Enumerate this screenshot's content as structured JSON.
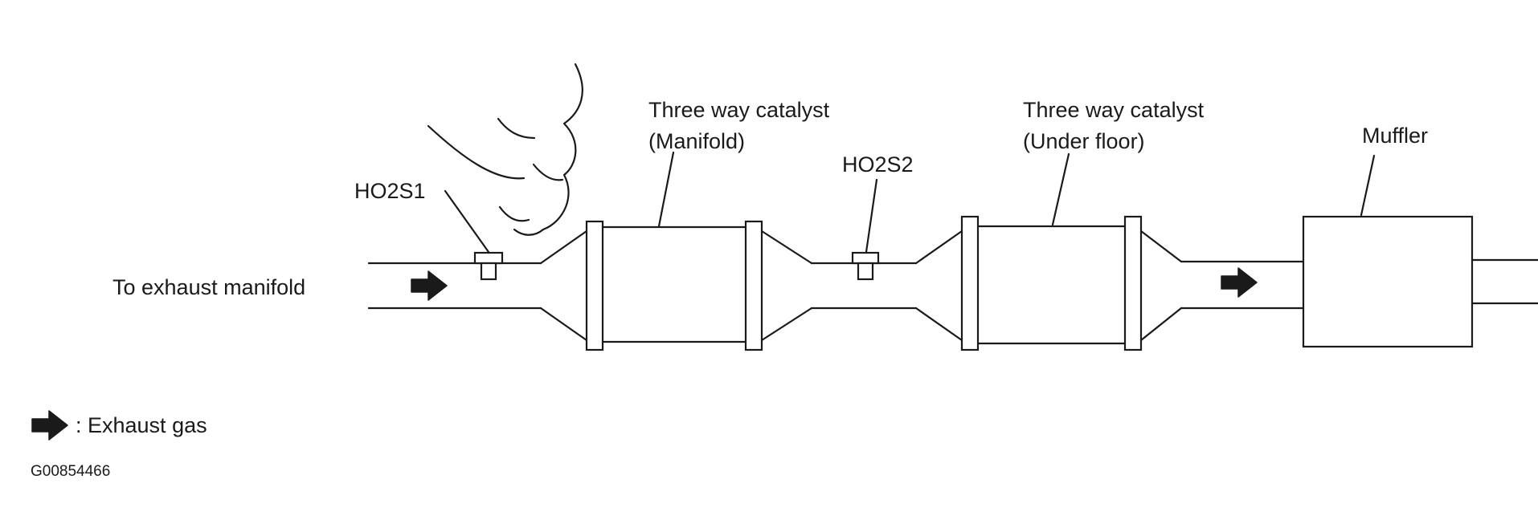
{
  "labels": {
    "ho2s1": "HO2S1",
    "ho2s2": "HO2S2",
    "cat1_line1": "Three way catalyst",
    "cat1_line2": "(Manifold)",
    "cat2_line1": "Three way catalyst",
    "cat2_line2": "(Under floor)",
    "muffler": "Muffler",
    "inlet": "To exhaust manifold"
  },
  "legend": {
    "text": ": Exhaust gas"
  },
  "figure_id": "G00854466",
  "colors": {
    "line": "#1a1a1a",
    "background": "#ffffff"
  },
  "icons": [
    "exhaust-gas-arrow-icon"
  ]
}
